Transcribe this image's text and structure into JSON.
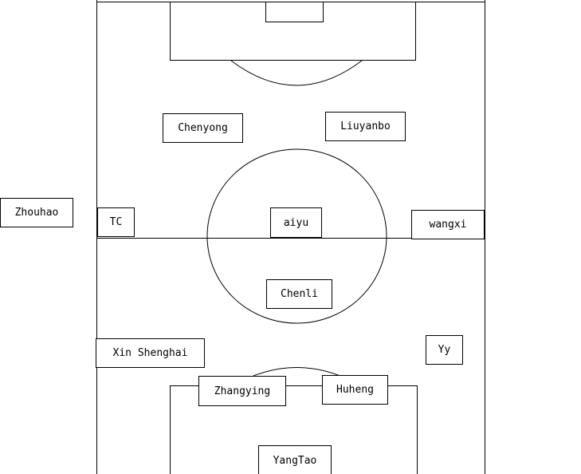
{
  "players": {
    "zhouhao": "Zhouhao",
    "tc": "TC",
    "aiyu": "aiyu",
    "wangxi": "wangxi",
    "chenyong": "Chenyong",
    "liuyanbo": "Liuyanbo",
    "chenli": "Chenli",
    "xin_shenghai": "Xin Shenghai",
    "yy": "Yy",
    "zhangying": "Zhangying",
    "huheng": "Huheng",
    "yangtao": "YangTao"
  },
  "colors": {
    "line": "#000000",
    "background": "#ffffff"
  }
}
